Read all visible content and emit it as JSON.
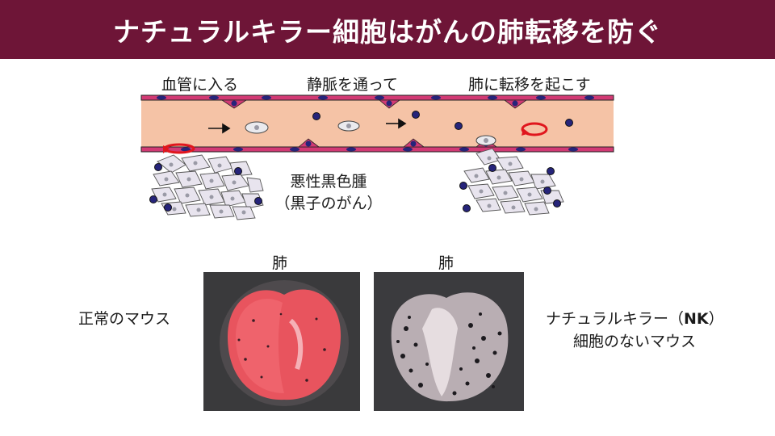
{
  "title": "ナチュラルキラー細胞はがんの肺転移を防ぐ",
  "steps": [
    "血管に入る",
    "静脈を通って",
    "肺に転移を起こす"
  ],
  "tumor": {
    "line1": "悪性黒色腫",
    "line2": "（黒子のがん）"
  },
  "lung_labels": [
    "肺",
    "肺"
  ],
  "normal_mouse": "正常のマウス",
  "nk_mouse": {
    "prefix": "ナチュラルキラー（",
    "nk": "NK",
    "suffix": "）",
    "line2": "細胞のないマウス"
  },
  "colors": {
    "title_bar": "#6e1537",
    "vessel": "#f5c3a6",
    "wall": "#d23a74",
    "cell_dot": "#26247a",
    "arrow_red": "#e0161d"
  }
}
